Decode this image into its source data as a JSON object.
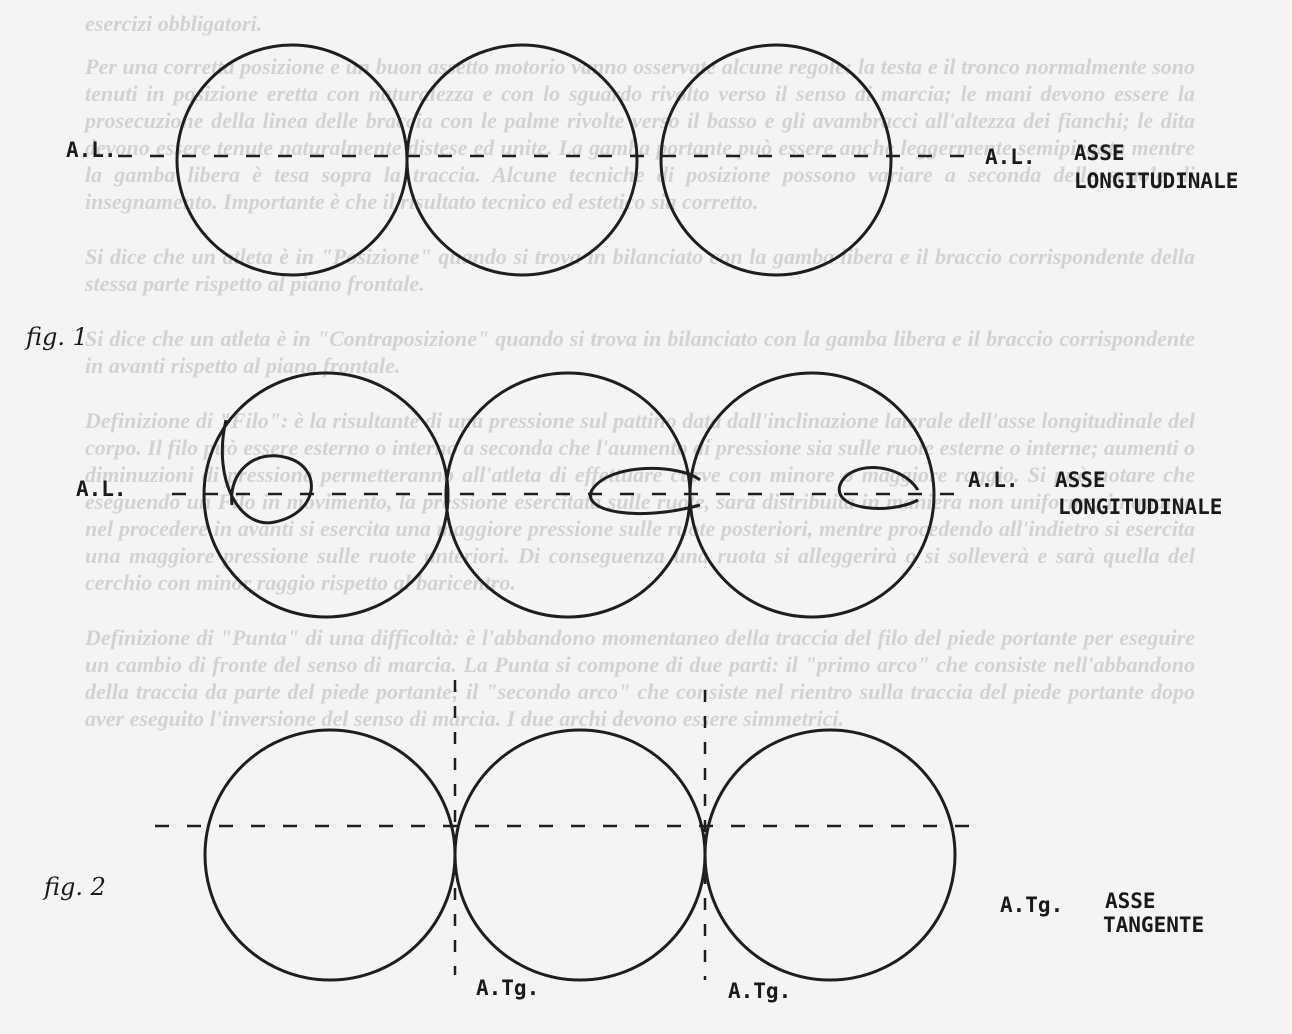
{
  "background_text": [
    "esercizi obbligatori.",
    "Per una corretta posizione e un buon assetto motorio vanno osservate alcune regole: la testa e il tronco normalmente sono tenuti in posizione eretta con naturalezza e con lo sguardo rivolto verso il senso di marcia; le mani devono essere la prosecuzione della linea delle braccia con le palme rivolte verso il basso e gli avambracci all'altezza dei fianchi; le dita devono essere tenute naturalmente distese ed unite. La gamba portante può essere anche leggermente semipiegata mentre la gamba libera è tesa sopra la traccia. Alcune tecniche di posizione possono variare a seconda delle scuole di insegnamento. Importante è che il risultato tecnico ed estetico sia corretto.",
    "Si dice che un atleta è in \"Posizione\" quando si trova in bilanciato con la gamba libera e il braccio corrispondente della stessa parte rispetto al piano frontale.",
    "Si dice che un atleta è in \"Contraposizione\" quando si trova in bilanciato con la gamba libera e il braccio corrispondente in avanti rispetto al piano frontale.",
    "Definizione di \"Filo\": è la risultante di una pressione sul pattino data dall'inclinazione laterale dell'asse longitudinale del corpo. Il filo può essere esterno o interno a seconda che l'aumento di pressione sia sulle ruote esterne o interne; aumenti o diminuzioni di pressione permetteranno all'atleta di effettuare curve con minore o maggiore raggio. Si può notare che eseguendo un Filo in movimento, la pressione esercitata sulle ruote, sarà distribuita in maniera non uniforme, in quanto nel procedere in avanti si esercita una maggiore pressione sulle ruote posteriori, mentre procedendo all'indietro si esercita una maggiore pressione sulle ruote anteriori. Di conseguenza una ruota si alleggerirà o si solleverà e sarà quella del cerchio con minor raggio rispetto al baricentro.",
    "Definizione di \"Punta\" di una difficoltà: è l'abbandono momentaneo della traccia del filo del piede portante per eseguire un cambio di fronte del senso di marcia. La Punta si compone di due parti: il \"primo arco\" che consiste nell'abbandono della traccia da parte del piede portante; il \"secondo arco\" che consiste nel rientro sulla traccia del piede portante dopo aver eseguito l'inversione del senso di marcia. I due archi devono essere simmetrici."
  ],
  "fig1": {
    "caption": "fig. 1",
    "label_left": "A.L.",
    "label_right": "A.L.",
    "axis_title": [
      "ASSE",
      "LONGITUDINALE"
    ]
  },
  "fig2_top": {
    "label_left": "A.L.",
    "label_right": "A.L.",
    "axis_title": [
      "ASSE",
      "LONGITUDINALE"
    ]
  },
  "fig2_bottom": {
    "caption": "fig. 2",
    "label_right": "A.Tg.",
    "axis_title": [
      "ASSE",
      "TANGENTE"
    ],
    "tangent_label_1": "A.Tg.",
    "tangent_label_2": "A.Tg."
  }
}
